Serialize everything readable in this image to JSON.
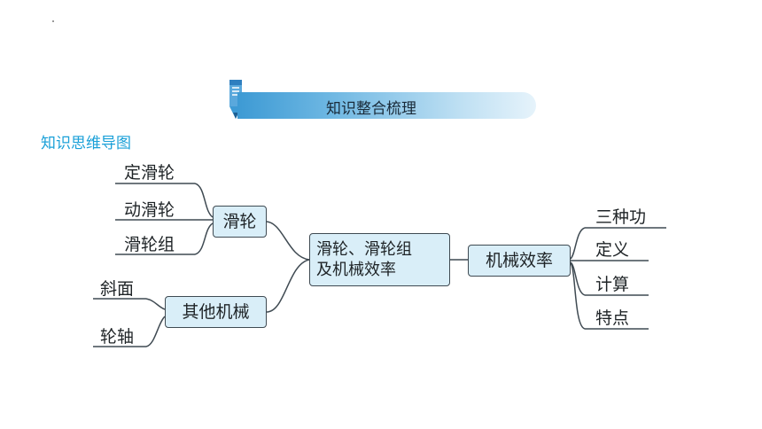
{
  "banner": {
    "title": "知识整合梳理"
  },
  "section_title": "知识思维导图",
  "mindmap": {
    "center": {
      "line1": "滑轮、滑轮组",
      "line2": "及机械效率"
    },
    "branch_pulley": {
      "label": "滑轮",
      "leaves": [
        "定滑轮",
        "动滑轮",
        "滑轮组"
      ]
    },
    "branch_other": {
      "label": "其他机械",
      "leaves": [
        "斜面",
        "轮轴"
      ]
    },
    "branch_efficiency": {
      "label": "机械效率",
      "leaves": [
        "三种功",
        "定义",
        "计算",
        "特点"
      ]
    }
  },
  "colors": {
    "node_fill": "#d9eef8",
    "banner_blue": "#3d9ad4",
    "title_blue": "#1aa0d8",
    "line": "#3f4a52"
  }
}
